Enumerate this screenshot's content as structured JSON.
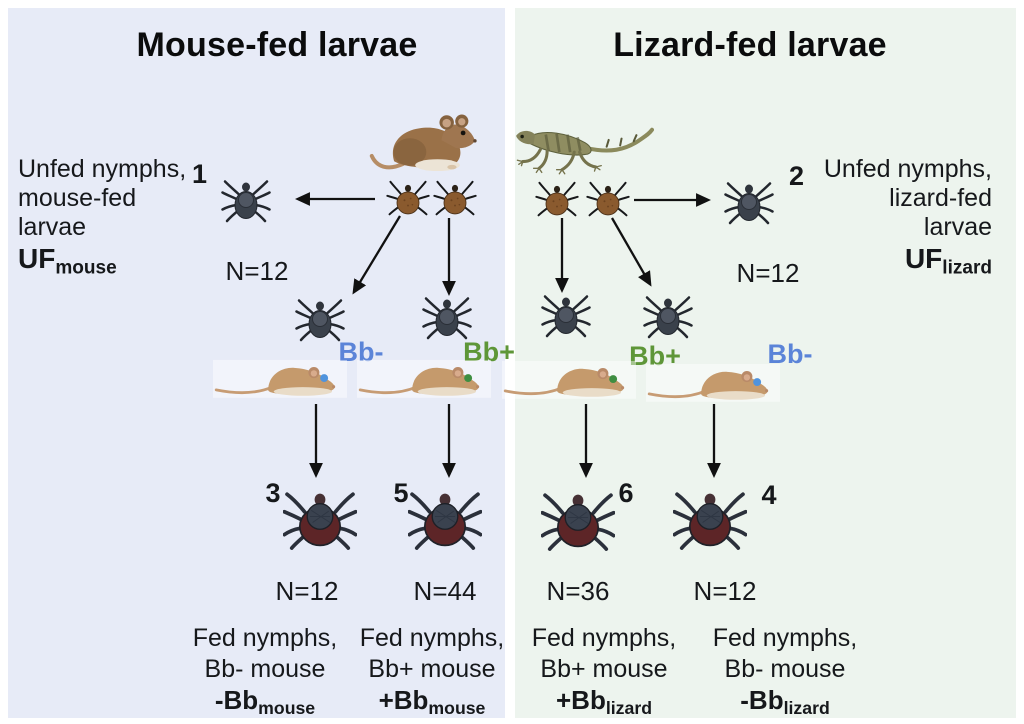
{
  "figure": {
    "left_panel": {
      "title": "Mouse-fed larvae",
      "unfed": {
        "number": "1",
        "line1": "Unfed nymphs,",
        "line2": "mouse-fed",
        "line3": "larvae",
        "code_main": "UF",
        "code_sub": "mouse",
        "n": "N=12"
      },
      "host_labels": [
        {
          "label": "Bb-",
          "color": "#5b84d8",
          "dot_color": "#4f93dd"
        },
        {
          "label": "Bb+",
          "color": "#5e9638",
          "dot_color": "#3e8e41"
        }
      ],
      "fed_groups": [
        {
          "number": "3",
          "n": "N=12",
          "line1": "Fed nymphs,",
          "line2": "Bb- mouse",
          "code_main": "-Bb",
          "code_sub": "mouse"
        },
        {
          "number": "5",
          "n": "N=44",
          "line1": "Fed nymphs,",
          "line2": "Bb+ mouse",
          "code_main": "+Bb",
          "code_sub": "mouse"
        }
      ]
    },
    "right_panel": {
      "title": "Lizard-fed larvae",
      "unfed": {
        "number": "2",
        "line1": "Unfed nymphs,",
        "line2": "lizard-fed",
        "line3": "larvae",
        "code_main": "UF",
        "code_sub": "lizard",
        "n": "N=12"
      },
      "host_labels": [
        {
          "label": "Bb+",
          "color": "#5e9638",
          "dot_color": "#3e8e41"
        },
        {
          "label": "Bb-",
          "color": "#5b84d8",
          "dot_color": "#4f93dd"
        }
      ],
      "fed_groups": [
        {
          "number": "6",
          "n": "N=36",
          "line1": "Fed nymphs,",
          "line2": "Bb+ mouse",
          "code_main": "+Bb",
          "code_sub": "lizard"
        },
        {
          "number": "4",
          "n": "N=12",
          "line1": "Fed nymphs,",
          "line2": "Bb- mouse",
          "code_main": "-Bb",
          "code_sub": "lizard"
        }
      ]
    },
    "colors": {
      "left_panel_bg": "#e7ebf7",
      "right_panel_bg": "#edf4ee",
      "bb_negative_blue": "#5b84d8",
      "bb_positive_green": "#5e9638",
      "arrow": "#111111"
    },
    "icons": {
      "wood_mouse": "mouse-icon",
      "lizard": "lizard-icon",
      "lab_mouse": "lab-mouse-icon",
      "unfed_nymph_tick": "unfed-nymph-icon",
      "fed_nymph_tick": "fed-nymph-icon",
      "larva_tick": "larva-icon"
    }
  }
}
